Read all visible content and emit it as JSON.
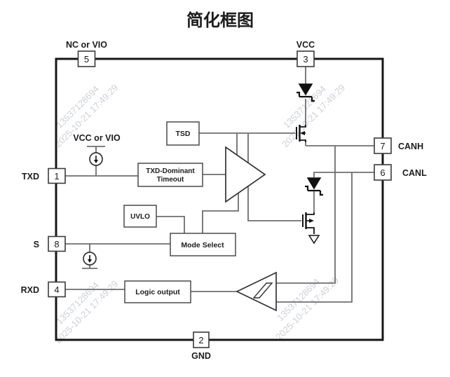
{
  "title": "简化框图",
  "watermark": {
    "line1": "13537128694",
    "line2": "2025-10-21 17:49:29"
  },
  "pins": {
    "p5": {
      "num": "5",
      "label": "NC or VIO"
    },
    "p3": {
      "num": "3",
      "label": "VCC"
    },
    "p1": {
      "num": "1",
      "label": "TXD"
    },
    "p8": {
      "num": "8",
      "label": "S"
    },
    "p4": {
      "num": "4",
      "label": "RXD"
    },
    "p7": {
      "num": "7",
      "label": "CANH"
    },
    "p6": {
      "num": "6",
      "label": "CANL"
    },
    "p2": {
      "num": "2",
      "label": "GND"
    }
  },
  "blocks": {
    "tsd": "TSD",
    "txd_timeout_line1": "TXD-Dominant",
    "txd_timeout_line2": "Timeout",
    "uvlo": "UVLO",
    "mode_select": "Mode Select",
    "logic_output": "Logic output"
  },
  "labels": {
    "vcc_or_vio": "VCC or VIO"
  },
  "colors": {
    "wire": "#6e6e6e",
    "symbol": "#111111",
    "border": "#161616",
    "watermark": "#ccd0d8"
  }
}
